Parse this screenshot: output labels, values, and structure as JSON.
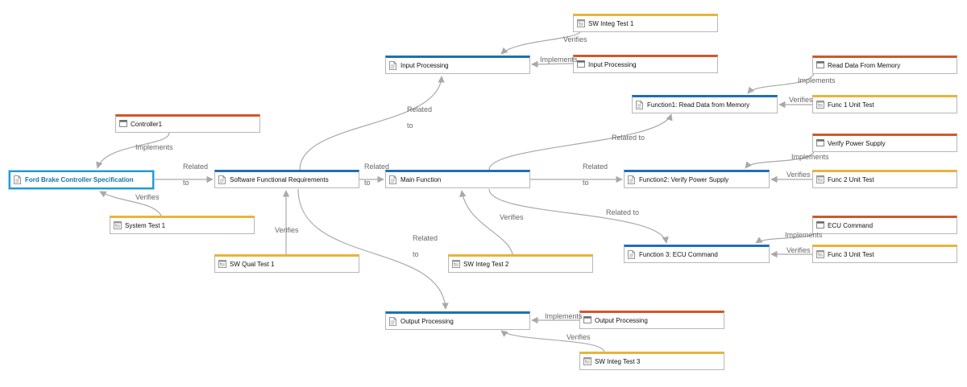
{
  "colors": {
    "requirement": "#1f6fb5",
    "implementation": "#d0582b",
    "test": "#e8b43a",
    "selected": "#1d9bd6",
    "link": "#a9a9a9",
    "edge_label": "#666666"
  },
  "nodes": [
    {
      "id": "ford",
      "kind": "requirement",
      "icon": "document-icon",
      "label": "Ford Brake Controller Specification",
      "selected": true
    },
    {
      "id": "sfr",
      "kind": "requirement",
      "icon": "document-icon",
      "label": "Software Functional Requirements"
    },
    {
      "id": "main",
      "kind": "requirement",
      "icon": "document-icon",
      "label": "Main Function"
    },
    {
      "id": "inp",
      "kind": "requirement",
      "icon": "document-icon",
      "label": "Input Processing"
    },
    {
      "id": "outp",
      "kind": "requirement",
      "icon": "document-icon",
      "label": "Output Processing"
    },
    {
      "id": "f1",
      "kind": "requirement",
      "icon": "document-icon",
      "label": "Function1: Read Data from Memory"
    },
    {
      "id": "f2",
      "kind": "requirement",
      "icon": "document-icon",
      "label": "Function2: Verify Power Supply"
    },
    {
      "id": "f3",
      "kind": "requirement",
      "icon": "document-icon",
      "label": "Function 3: ECU Command"
    },
    {
      "id": "ctrl",
      "kind": "implementation",
      "icon": "block-icon",
      "label": "Controller1"
    },
    {
      "id": "inpimpl",
      "kind": "implementation",
      "icon": "block-icon",
      "label": "Input Processing"
    },
    {
      "id": "outimpl",
      "kind": "implementation",
      "icon": "block-icon",
      "label": "Output Processing"
    },
    {
      "id": "rdm",
      "kind": "implementation",
      "icon": "block-icon",
      "label": "Read Data From Memory"
    },
    {
      "id": "vps",
      "kind": "implementation",
      "icon": "block-icon",
      "label": "Verify Power Supply"
    },
    {
      "id": "ecu",
      "kind": "implementation",
      "icon": "block-icon",
      "label": "ECU Command"
    },
    {
      "id": "st1",
      "kind": "test",
      "icon": "test-icon",
      "label": "System Test 1"
    },
    {
      "id": "sq1",
      "kind": "test",
      "icon": "test-icon",
      "label": "SW Qual Test 1"
    },
    {
      "id": "si1",
      "kind": "test",
      "icon": "test-icon",
      "label": "SW Integ Test 1"
    },
    {
      "id": "si2",
      "kind": "test",
      "icon": "test-icon",
      "label": "SW Integ Test 2"
    },
    {
      "id": "si3",
      "kind": "test",
      "icon": "test-icon",
      "label": "SW Integ Test 3"
    },
    {
      "id": "fu1",
      "kind": "test",
      "icon": "test-icon",
      "label": "Func 1 Unit Test"
    },
    {
      "id": "fu2",
      "kind": "test",
      "icon": "test-icon",
      "label": "Func 2 Unit Test"
    },
    {
      "id": "fu3",
      "kind": "test",
      "icon": "test-icon",
      "label": "Func 3 Unit Test"
    }
  ],
  "edges": [
    {
      "id": "e-ctrl-ford",
      "from": "ctrl",
      "to": "ford",
      "label": "Implements"
    },
    {
      "id": "e-st1-ford",
      "from": "st1",
      "to": "ford",
      "label": "Verifies"
    },
    {
      "id": "e-ford-sfr",
      "from": "ford",
      "to": "sfr",
      "label_lines": [
        "Related",
        "to"
      ]
    },
    {
      "id": "e-sq1-sfr",
      "from": "sq1",
      "to": "sfr",
      "label": "Verifies"
    },
    {
      "id": "e-sfr-inp",
      "from": "sfr",
      "to": "inp",
      "label_lines": [
        "Related",
        "to"
      ]
    },
    {
      "id": "e-sfr-main",
      "from": "sfr",
      "to": "main",
      "label_lines": [
        "Related",
        "to"
      ]
    },
    {
      "id": "e-sfr-outp",
      "from": "sfr",
      "to": "outp",
      "label_lines": [
        "Related",
        "to"
      ]
    },
    {
      "id": "e-si1-inp",
      "from": "si1",
      "to": "inp",
      "label": "Verifies"
    },
    {
      "id": "e-inpimpl-inp",
      "from": "inpimpl",
      "to": "inp",
      "label": "Implements"
    },
    {
      "id": "e-si2-main",
      "from": "si2",
      "to": "main",
      "label": "Verifies"
    },
    {
      "id": "e-main-f1",
      "from": "main",
      "to": "f1",
      "label": "Related to"
    },
    {
      "id": "e-main-f2",
      "from": "main",
      "to": "f2",
      "label_lines": [
        "Related",
        "to"
      ]
    },
    {
      "id": "e-main-f3",
      "from": "main",
      "to": "f3",
      "label": "Related to"
    },
    {
      "id": "e-rdm-f1",
      "from": "rdm",
      "to": "f1",
      "label": "Implements"
    },
    {
      "id": "e-fu1-f1",
      "from": "fu1",
      "to": "f1",
      "label": "Verifies"
    },
    {
      "id": "e-vps-f2",
      "from": "vps",
      "to": "f2",
      "label": "Implements"
    },
    {
      "id": "e-fu2-f2",
      "from": "fu2",
      "to": "f2",
      "label": "Verifies"
    },
    {
      "id": "e-ecu-f3",
      "from": "ecu",
      "to": "f3",
      "label": "Implements"
    },
    {
      "id": "e-fu3-f3",
      "from": "fu3",
      "to": "f3",
      "label": "Verifies"
    },
    {
      "id": "e-outimpl-outp",
      "from": "outimpl",
      "to": "outp",
      "label": "Implements"
    },
    {
      "id": "e-si3-outp",
      "from": "si3",
      "to": "outp",
      "label": "Verifies"
    }
  ]
}
